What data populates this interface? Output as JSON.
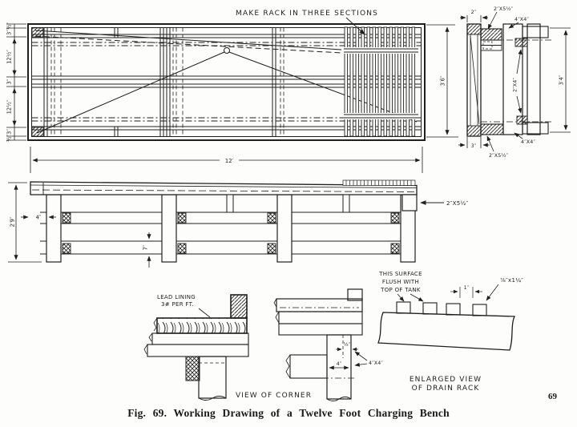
{
  "page": {
    "caption": "Fig. 69. Working Drawing of a Twelve Foot Charging Bench",
    "page_number": "69"
  },
  "plan_view": {
    "annotation": "MAKE RACK IN THREE SECTIONS",
    "left_dims": [
      "½″",
      "3″",
      "12½″",
      "3″",
      "12½″",
      "3″",
      "½″"
    ],
    "depth_dim": "3′6″"
  },
  "side_view": {
    "length_dim": "12′",
    "height_dim": "2′9″",
    "overhang_dim": "4″",
    "rail_dim": "7″",
    "apron_label": "2″X5½″"
  },
  "end_view": {
    "top_thickness_dim": "2″",
    "top_board_label": "2″X5½″",
    "top_leg_label": "4″X4″",
    "stretcher_label": "2″X4″",
    "height_dim": "3′4″",
    "bottom_offset_dim": "3″",
    "bottom_board_label": "2″X5½″",
    "bottom_leg_label": "4″X4″"
  },
  "corner_detail": {
    "lead_note_line1": "LEAD LINING",
    "lead_note_line2": "3# PER FT.",
    "caption": "VIEW OF CORNER",
    "offset_dim": "½″",
    "leg_dim": "4″",
    "leg_label": "4″X4″"
  },
  "drain_detail": {
    "note_line1": "THIS SURFACE",
    "note_line2": "FLUSH WITH",
    "note_line3": "TOP OF TANK",
    "gap_dim": "1″",
    "slat_label": "⅞″x1¼″",
    "caption_line1": "ENLARGED VIEW",
    "caption_line2": "OF DRAIN RACK"
  }
}
